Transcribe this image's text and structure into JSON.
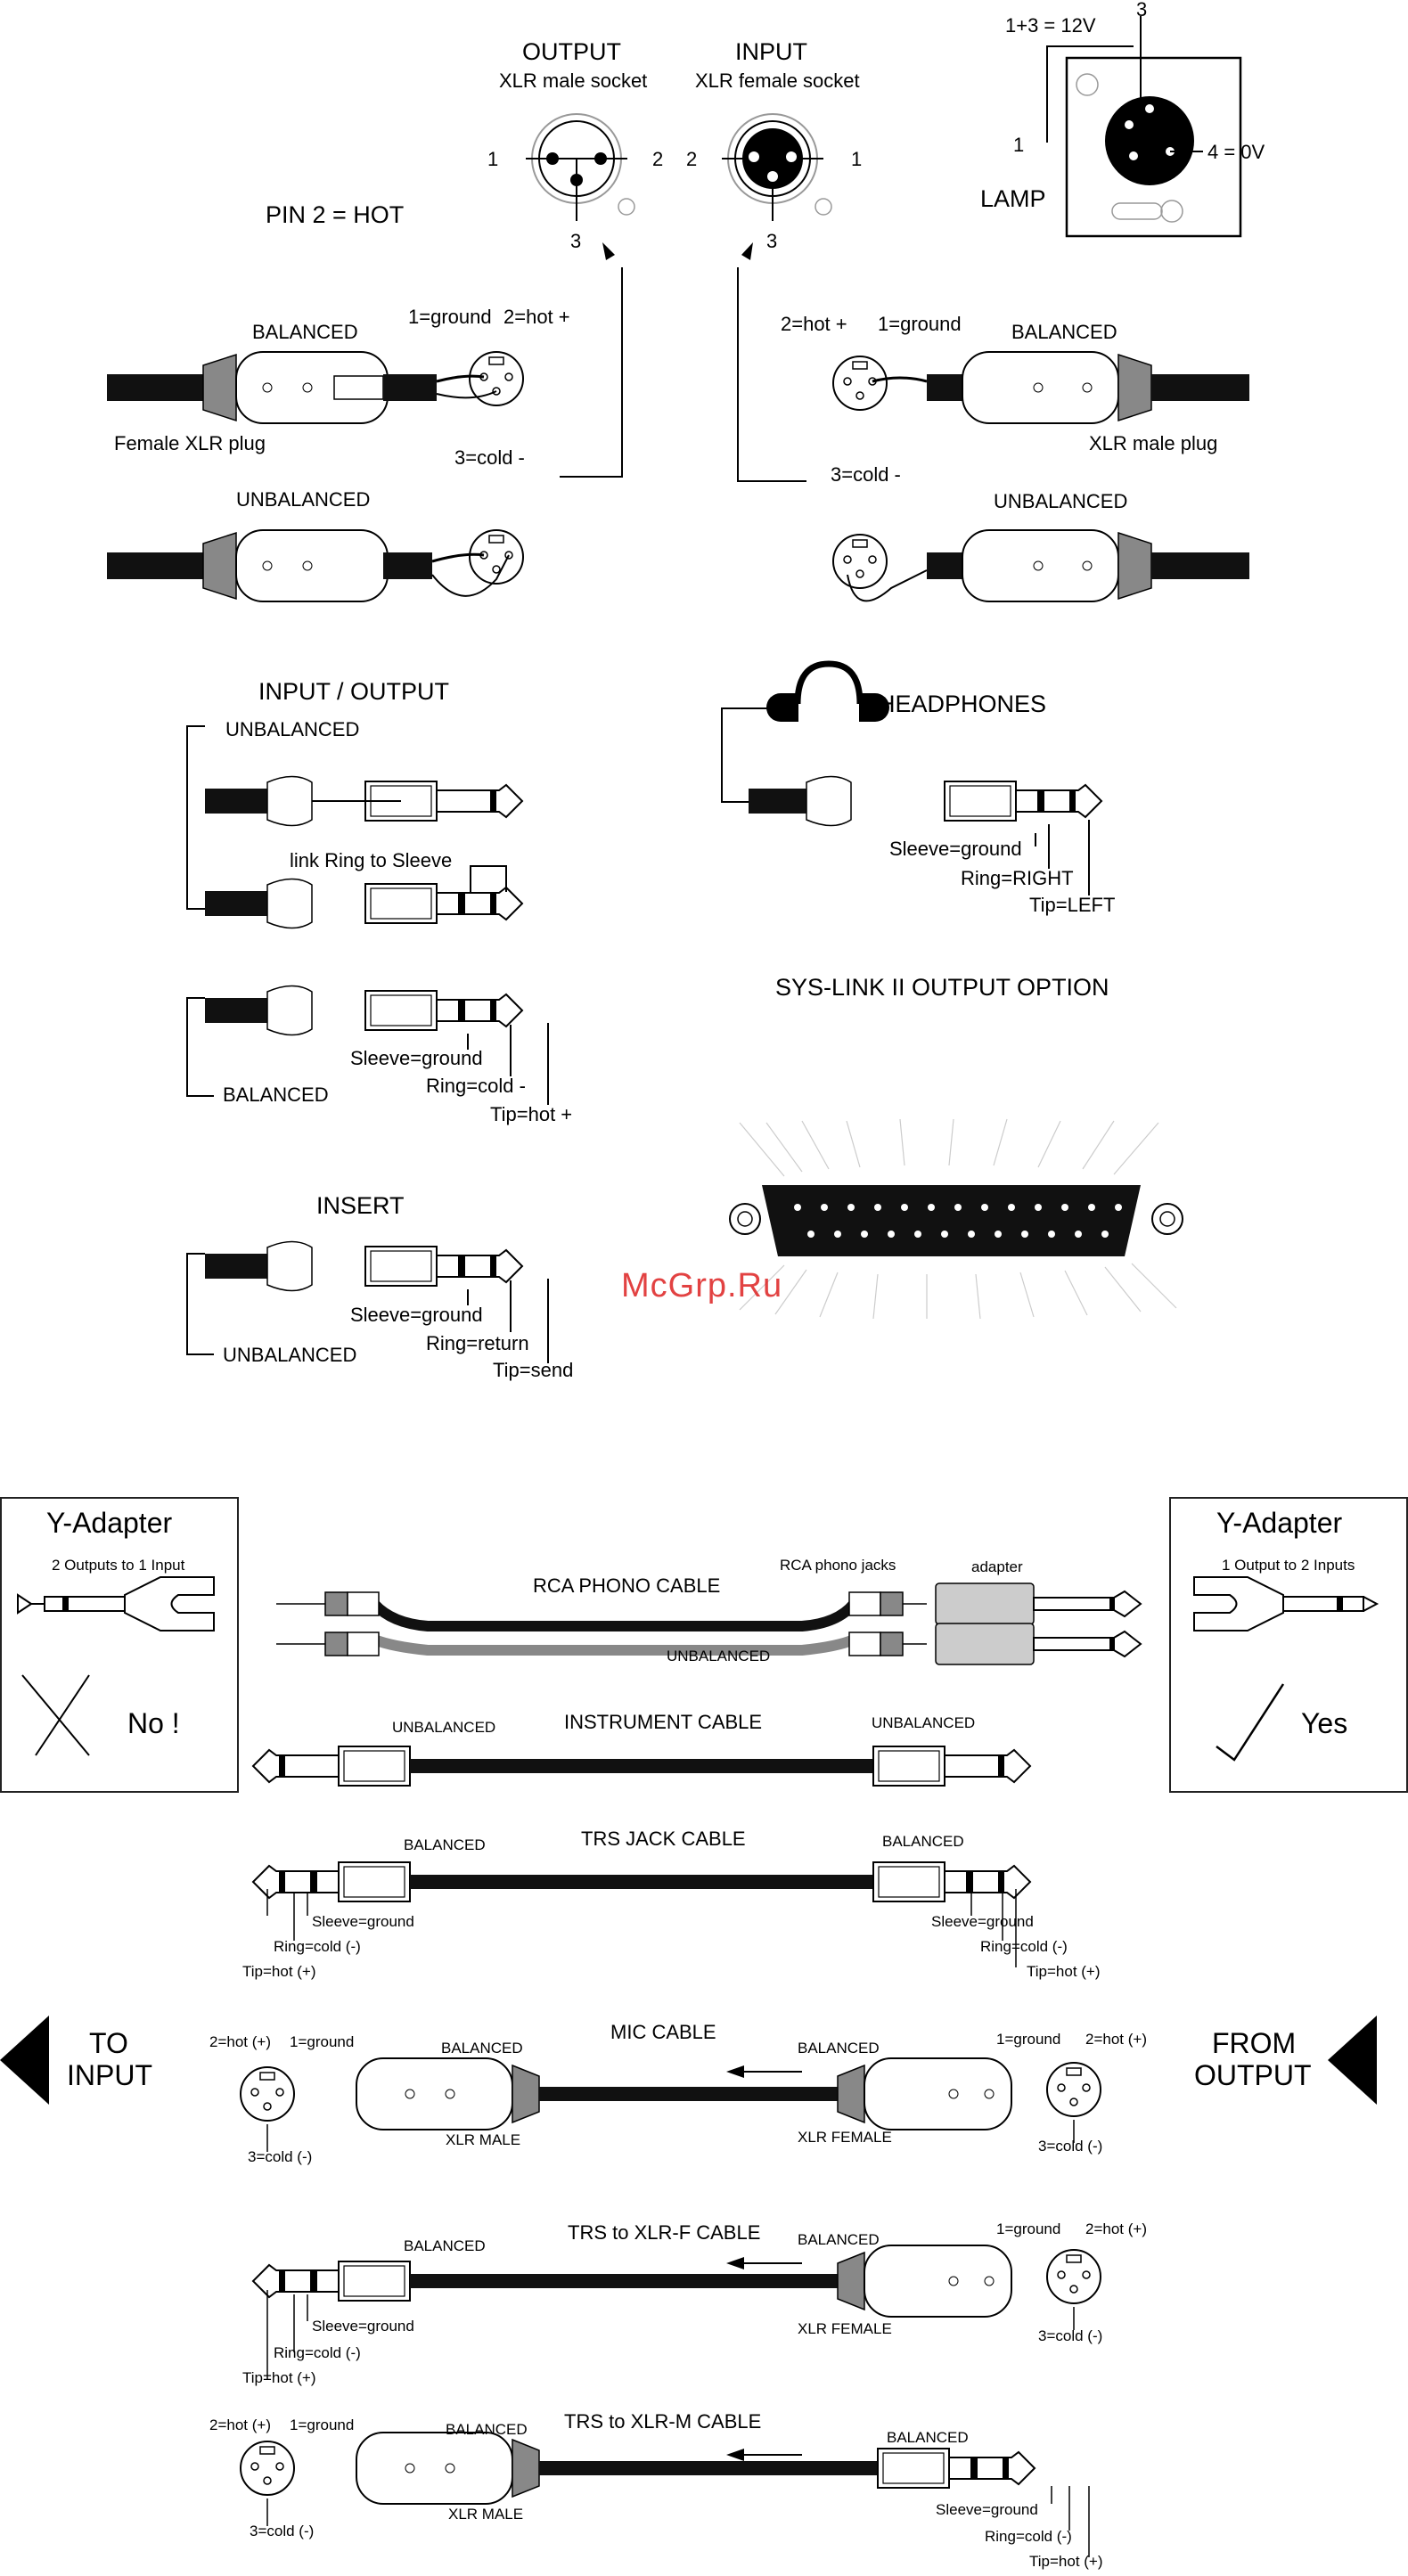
{
  "xlr": {
    "output_title": "OUTPUT",
    "output_sub": "XLR male socket",
    "input_title": "INPUT",
    "input_sub": "XLR female socket",
    "pin_labels": [
      "1",
      "2",
      "3"
    ],
    "pin2_hot": "PIN 2 = HOT",
    "lamp": "LAMP",
    "lamp_12v": "1+3 = 12V",
    "lamp_0v": "4 = 0V",
    "lamp_pin3": "3",
    "lamp_pin1": "1",
    "balanced": "BALANCED",
    "unbalanced": "UNBALANCED",
    "ground": "1=ground",
    "hot": "2=hot +",
    "cold": "3=cold -",
    "female_plug": "Female XLR plug",
    "male_plug": "XLR male plug"
  },
  "jacks": {
    "io_title": "INPUT / OUTPUT",
    "unbalanced": "UNBALANCED",
    "balanced": "BALANCED",
    "link": "link Ring to Sleeve",
    "sleeve_ground": "Sleeve=ground",
    "ring_cold": "Ring=cold -",
    "tip_hot": "Tip=hot +",
    "headphones": "HEADPHONES",
    "ring_right": "Ring=RIGHT",
    "tip_left": "Tip=LEFT",
    "syslink": "SYS-LINK II OUTPUT OPTION",
    "insert": "INSERT",
    "ring_return": "Ring=return",
    "tip_send": "Tip=send"
  },
  "watermark": "McGrp.Ru",
  "yadapter_left": {
    "title": "Y-Adapter",
    "sub": "2 Outputs to 1 Input",
    "verdict": "No !"
  },
  "yadapter_right": {
    "title": "Y-Adapter",
    "sub": "1 Output to 2 Inputs",
    "verdict": "Yes"
  },
  "cables": {
    "rca_title": "RCA PHONO CABLE",
    "rca_jacks": "RCA phono jacks",
    "adapter": "adapter",
    "rca_unbal": "UNBALANCED",
    "inst_title": "INSTRUMENT CABLE",
    "unbalanced": "UNBALANCED",
    "trs_title": "TRS JACK CABLE",
    "balanced": "BALANCED",
    "sleeve_ground": "Sleeve=ground",
    "ring_cold": "Ring=cold (-)",
    "tip_hot": "Tip=hot (+)",
    "mic_title": "MIC CABLE",
    "to_input_1": "TO",
    "to_input_2": "INPUT",
    "from_output_1": "FROM",
    "from_output_2": "OUTPUT",
    "hot": "2=hot (+)",
    "ground": "1=ground",
    "cold": "3=cold (-)",
    "xlr_male": "XLR MALE",
    "xlr_female": "XLR FEMALE",
    "trs_xlrf_title": "TRS to XLR-F CABLE",
    "trs_xlrm_title": "TRS to XLR-M CABLE"
  }
}
